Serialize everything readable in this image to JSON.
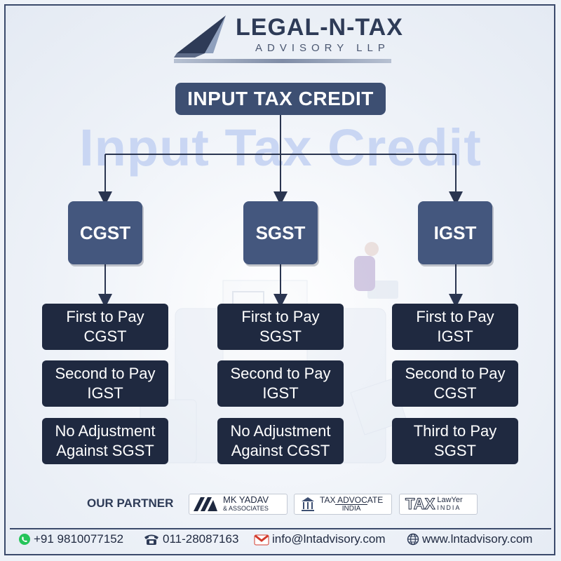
{
  "brand": {
    "name": "LEGAL-N-TAX",
    "sub": "ADVISORY LLP"
  },
  "watermark": "Input Tax Credit",
  "diagram": {
    "root": "INPUT TAX CREDIT",
    "columns": [
      {
        "tax": "CGST",
        "rules": [
          {
            "line1": "First to Pay",
            "line2": "CGST"
          },
          {
            "line1": "Second to Pay",
            "line2": "IGST"
          },
          {
            "line1": "No Adjustment",
            "line2": "Against SGST"
          }
        ]
      },
      {
        "tax": "SGST",
        "rules": [
          {
            "line1": "First to Pay",
            "line2": "SGST"
          },
          {
            "line1": "Second to Pay",
            "line2": "IGST"
          },
          {
            "line1": "No Adjustment",
            "line2": "Against CGST"
          }
        ]
      },
      {
        "tax": "IGST",
        "rules": [
          {
            "line1": "First to Pay",
            "line2": "IGST"
          },
          {
            "line1": "Second to Pay",
            "line2": "CGST"
          },
          {
            "line1": "Third to Pay",
            "line2": "SGST"
          }
        ]
      }
    ]
  },
  "partners": {
    "label": "OUR PARTNER",
    "mk": {
      "name": "MK YADAV",
      "sub": "& ASSOCIATES"
    },
    "ta": {
      "name": "TAX ADVOCATE",
      "sub": "INDIA"
    },
    "tl": {
      "tax": "TAX",
      "name": "LawYer",
      "sub": "INDIA"
    }
  },
  "contacts": {
    "mobile": "+91 9810077152",
    "phone": "011-28087163",
    "email": "info@lntadvisory.com",
    "web": "www.lntadvisory.com"
  },
  "colors": {
    "navy": "#2e3b57",
    "box_mid": "#44577e",
    "box_dark": "#1f2940",
    "watermark": "#c9d6f3"
  },
  "icons": [
    "whatsapp-icon",
    "phone-icon",
    "mail-icon",
    "globe-icon"
  ]
}
